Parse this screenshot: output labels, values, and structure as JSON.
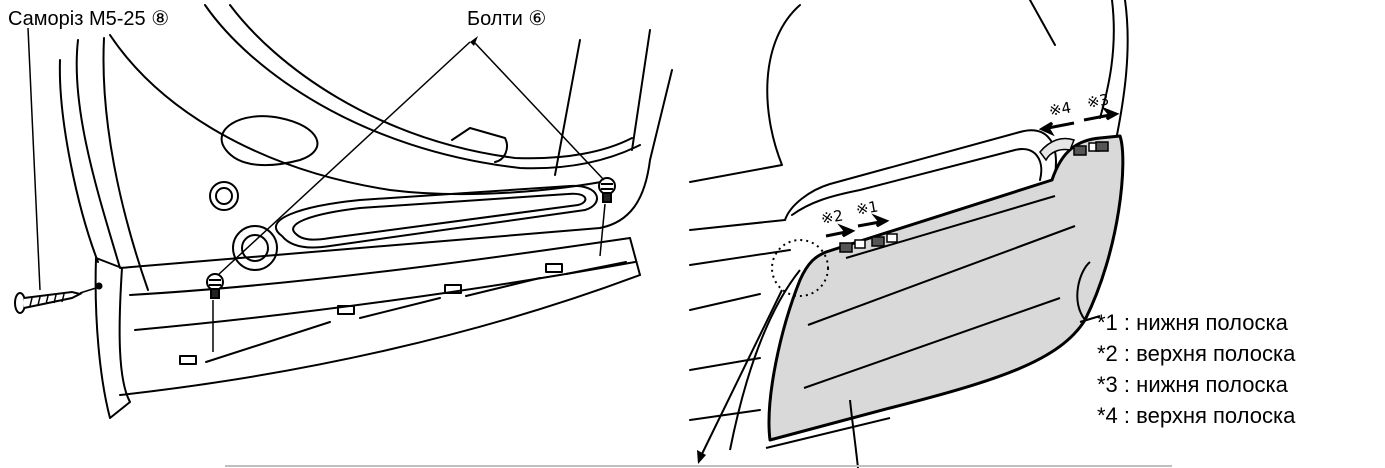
{
  "left_figure": {
    "callouts": {
      "screw": "Саморіз М5-25 ⑧",
      "bolts": "Болти ⑥"
    }
  },
  "right_figure": {
    "strip_marks": [
      "※1",
      "※2",
      "※3",
      "※4"
    ],
    "legend": [
      {
        "key": "*1",
        "sep": ":",
        "text": "нижня полоска"
      },
      {
        "key": "*2",
        "sep": ":",
        "text": "верхня полоска"
      },
      {
        "key": "*3",
        "sep": ":",
        "text": "нижня полоска"
      },
      {
        "key": "*4",
        "sep": ":",
        "text": "верхня полоска"
      }
    ]
  },
  "colors": {
    "line": "#000000",
    "cover_fill": "#d9d9d9",
    "panel_fill": "#ffffff",
    "footer_rule": "#bfbfbf"
  }
}
